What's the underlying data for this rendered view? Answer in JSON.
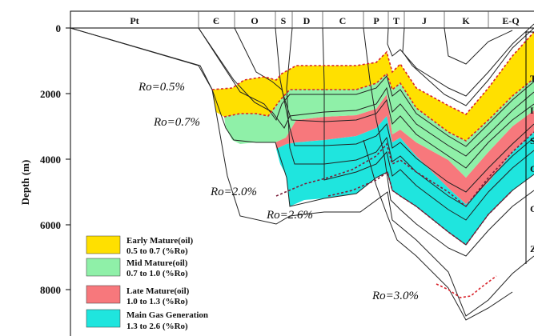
{
  "figure": {
    "y_axis_label": "Depth (m)",
    "y_ticks": [
      "0",
      "2000",
      "4000",
      "6000",
      "8000"
    ],
    "periods": [
      "Pt",
      "Є",
      "O",
      "S",
      "D",
      "C",
      "P",
      "T",
      "J",
      "K",
      "E-Q"
    ],
    "ro_labels": [
      "Ro=0.5%",
      "Ro=0.7%",
      "Ro=2.0%",
      "Ro=2.6%",
      "Ro=3.0%"
    ],
    "right_edge_letters": [
      "T",
      "I",
      "S",
      "C",
      "C",
      "Z"
    ],
    "legend": [
      {
        "title": "Early Mature(oil)",
        "range": "0.5 to 0.7 (%Ro)",
        "color": "#ffe000"
      },
      {
        "title": "Mid Mature(oil)",
        "range": "0.7 to 1.0 (%Ro)",
        "color": "#8ff0a8"
      },
      {
        "title": "Late Mature(oil)",
        "range": "1.0 to 1.3 (%Ro)",
        "color": "#f7787c"
      },
      {
        "title": "Main Gas Generation",
        "range": "1.3 to 2.6 (%Ro)",
        "color": "#1fe5de"
      }
    ]
  }
}
